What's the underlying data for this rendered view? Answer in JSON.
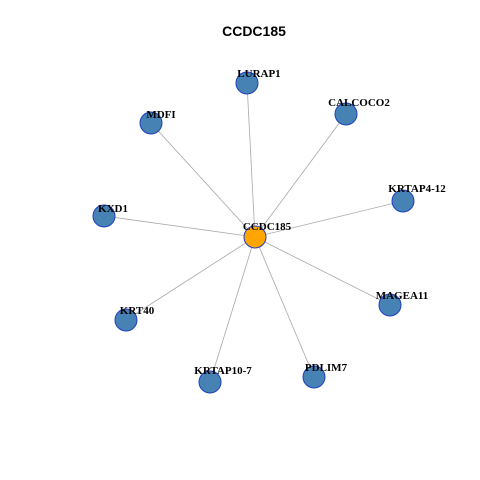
{
  "title": "CCDC185",
  "colors": {
    "hub_fill": "#ffa500",
    "node_fill": "#4682b4",
    "node_stroke": "#1f3fbf",
    "edge": "#a8a8a8"
  },
  "hub": {
    "label": "CCDC185"
  },
  "neighbors": [
    {
      "label": "LURAP1"
    },
    {
      "label": "CALCOCO2"
    },
    {
      "label": "KRTAP4-12"
    },
    {
      "label": "MAGEA11"
    },
    {
      "label": "PDLIM7"
    },
    {
      "label": "KRTAP10-7"
    },
    {
      "label": "KRT40"
    },
    {
      "label": "KXD1"
    },
    {
      "label": "MDFI"
    }
  ]
}
